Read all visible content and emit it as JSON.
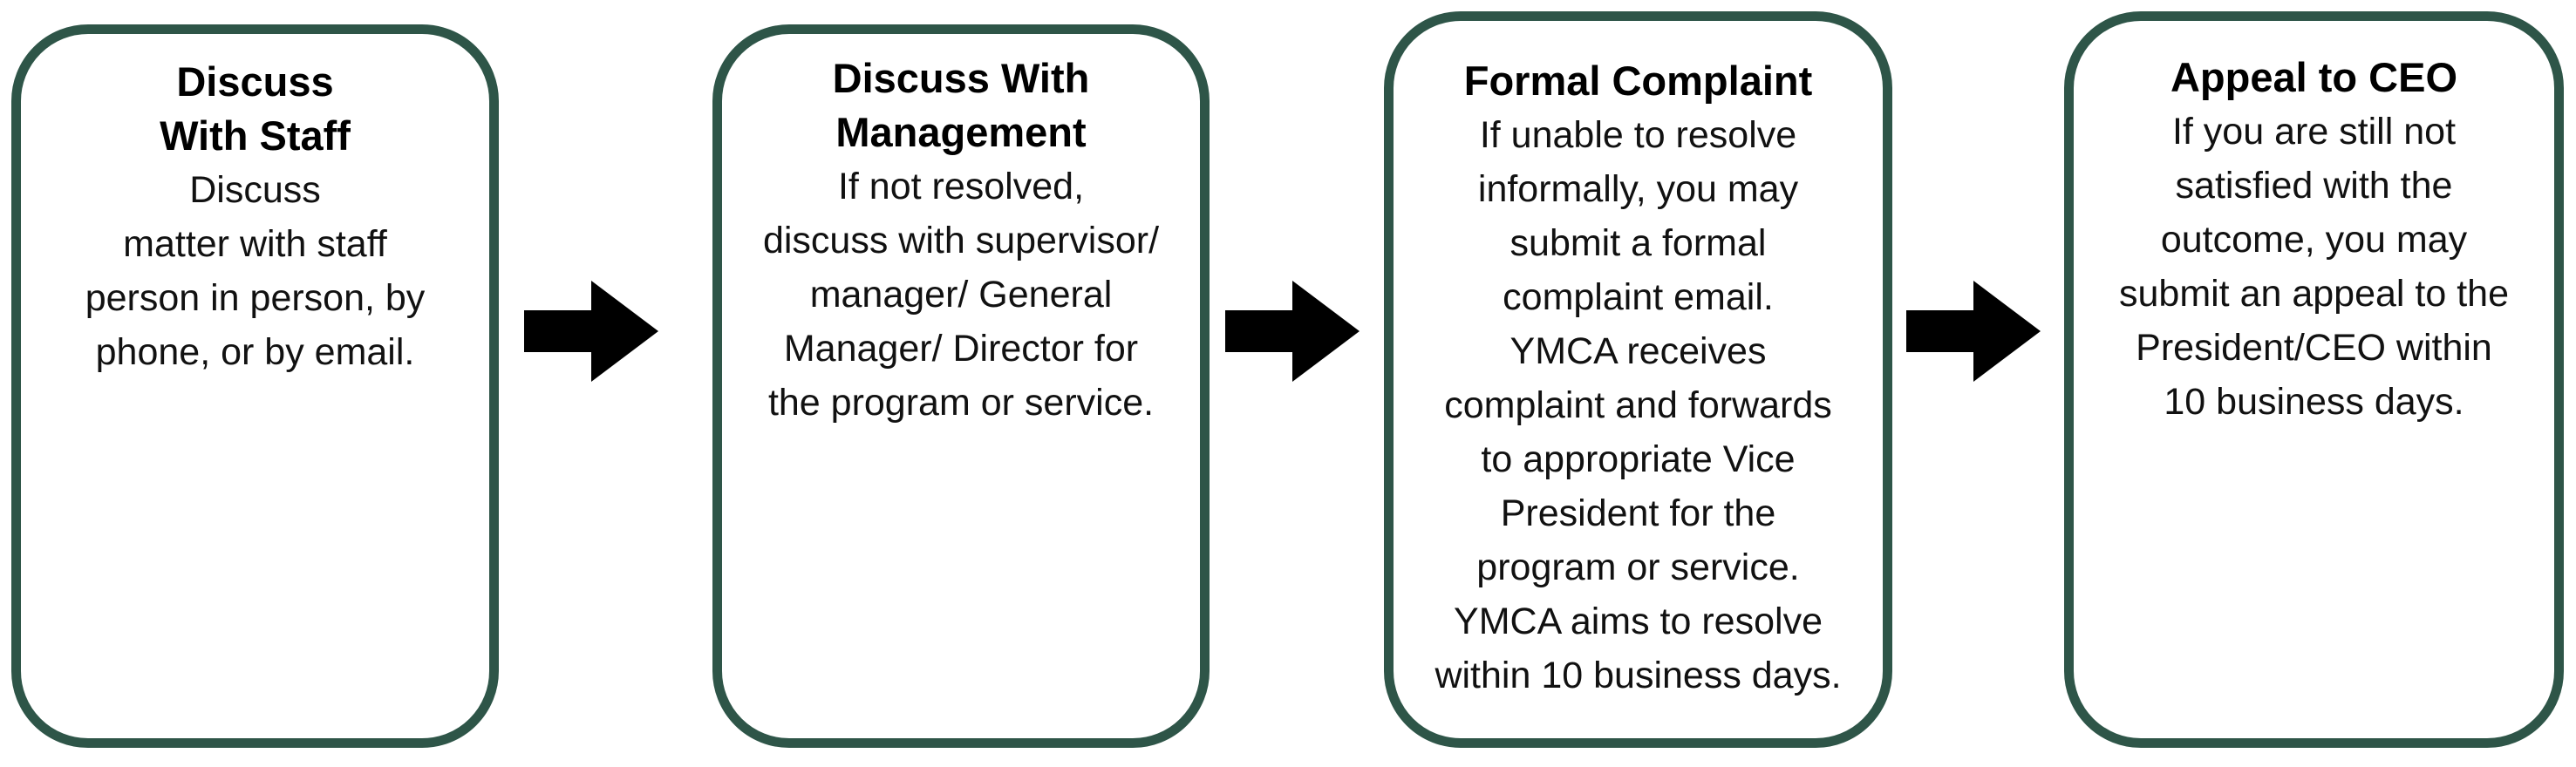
{
  "diagram": {
    "accent_color": "#2E5548",
    "arrow_color": "#000000",
    "background_color": "#FFFFFF",
    "steps": [
      {
        "title_lines": [
          "Discuss",
          "With Staff"
        ],
        "body_lines": [
          "Discuss",
          "matter with staff",
          "person in person, by",
          "phone, or by email."
        ]
      },
      {
        "title_lines": [
          "Discuss With",
          "Management"
        ],
        "body_lines": [
          "If not resolved,",
          "discuss with supervisor/",
          "manager/ General",
          "Manager/ Director for",
          "the program or service."
        ]
      },
      {
        "title_lines": [
          "Formal Complaint"
        ],
        "body_lines": [
          "If unable to resolve",
          "informally, you may",
          "submit a formal",
          "complaint email.",
          "YMCA receives",
          "complaint and forwards",
          "to appropriate Vice",
          "President for the",
          "program or service.",
          "YMCA aims to resolve",
          "within 10 business days."
        ]
      },
      {
        "title_lines": [
          "Appeal to CEO"
        ],
        "body_lines": [
          "If you are still not",
          "satisfied with the",
          "outcome, you may",
          "submit an appeal to the",
          "President/CEO within",
          "10 business days."
        ]
      }
    ]
  }
}
